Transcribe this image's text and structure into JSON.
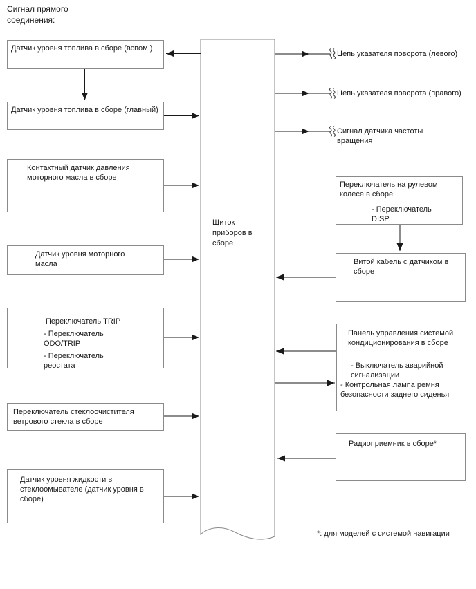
{
  "title": "Сигнал прямого соединения:",
  "center": {
    "label": "Щиток приборов в сборе"
  },
  "left_boxes": [
    {
      "label": "Датчик уровня топлива в сборе (вспом.)"
    },
    {
      "label": "Датчик уровня топлива в сборе (главный)"
    },
    {
      "label": "Контактный датчик давления моторного масла в сборе"
    },
    {
      "label": "Датчик уровня моторного масла"
    },
    {
      "title": "Переключатель TRIP",
      "items": [
        "- Переключатель ODO/TRIP",
        "- Переключатель реостата"
      ]
    },
    {
      "label": "Переключатель стеклоочистителя ветрового стекла в сборе"
    },
    {
      "label": "Датчик уровня жидкости в стеклоомывателе (датчик уровня в сборе)"
    }
  ],
  "right_signals": [
    "Цепь указателя поворота (левого)",
    "Цепь указателя поворота (правого)",
    "Сигнал датчика частоты вращения"
  ],
  "right_boxes": [
    {
      "title": "Переключатель на рулевом колесе в сборе",
      "items": [
        "- Переключатель DISP"
      ]
    },
    {
      "label": "Витой кабель с датчиком в сборе"
    },
    {
      "title": "Панель управления системой кондиционирования в сборе",
      "items": [
        "- Выключатель аварийной сигнализации",
        "- Контрольная лампа ремня безопасности заднего сиденья"
      ]
    },
    {
      "label": "Радиоприемник в сборе*"
    }
  ],
  "footnote": "*: для моделей с системой навигации",
  "colors": {
    "line": "#1a1a1a",
    "box_border": "#8a8a8a",
    "text": "#1a1a1a",
    "background": "#ffffff"
  }
}
